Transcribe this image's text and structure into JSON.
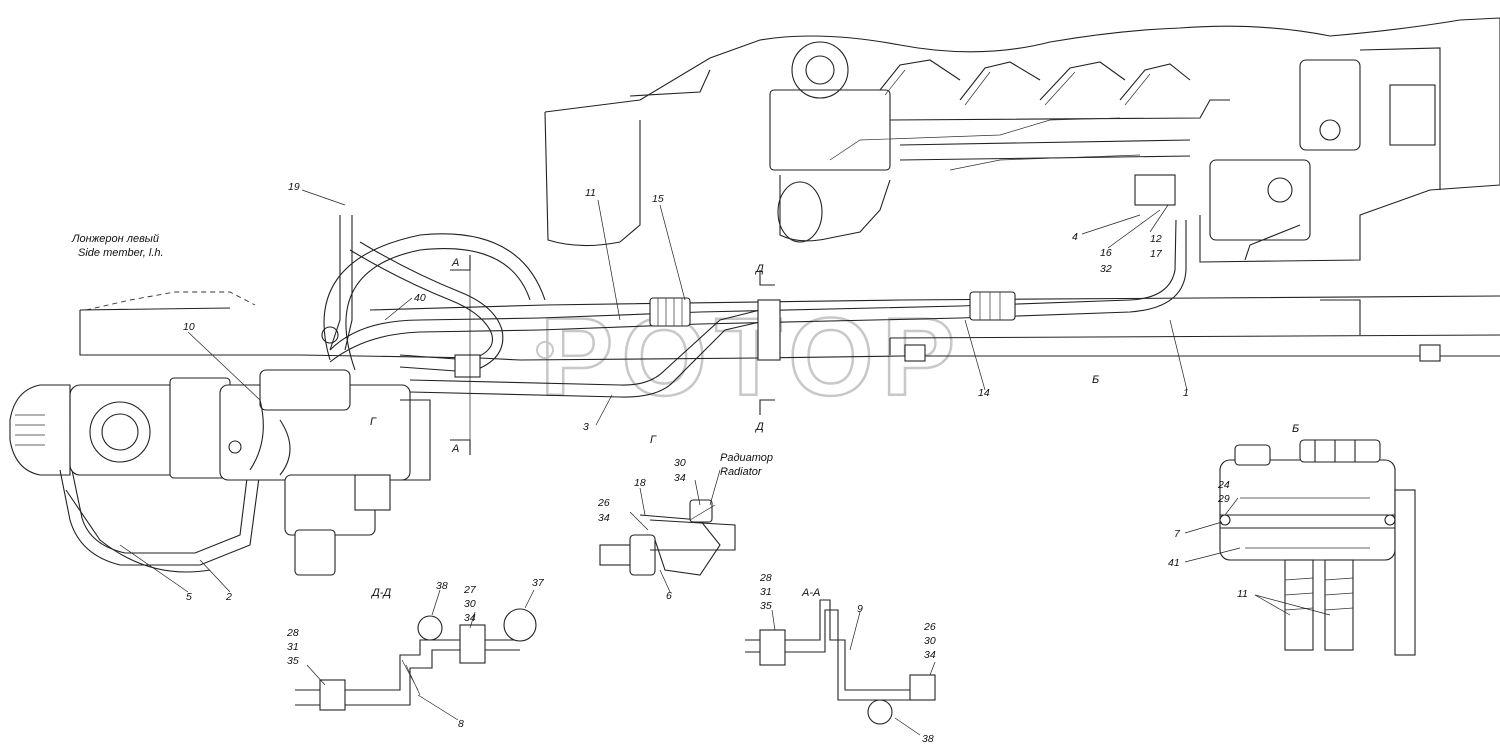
{
  "watermark": "POTOP",
  "notes": {
    "side_member_ru": "Лонжерон левый",
    "side_member_en": "Side member, l.h.",
    "radiator_ru": "Радиатор",
    "radiator_en": "Radiator"
  },
  "sections": {
    "g": "Г",
    "d": "Д",
    "a": "А",
    "b": "Б",
    "dd": "Д-Д",
    "aa": "А-А"
  },
  "callouts": {
    "c19": "19",
    "c11a": "11",
    "c15": "15",
    "c10": "10",
    "c40": "40",
    "c4": "4",
    "c16": "16",
    "c32": "32",
    "c12": "12",
    "c17": "17",
    "c14": "14",
    "c1": "1",
    "c3": "3",
    "c5": "5",
    "c2": "2",
    "c30a": "30",
    "c34a": "34",
    "c18": "18",
    "c26a": "26",
    "c34b": "34",
    "c6": "6",
    "c27": "27",
    "c30b": "30",
    "c34c": "34",
    "c38a": "38",
    "c37": "37",
    "c28a": "28",
    "c31a": "31",
    "c35a": "35",
    "c8": "8",
    "c28b": "28",
    "c31b": "31",
    "c35b": "35",
    "c9": "9",
    "c26b": "26",
    "c30c": "30",
    "c34d": "34",
    "c38b": "38",
    "c24": "24",
    "c29": "29",
    "c7": "7",
    "c41": "41",
    "c11b": "11"
  }
}
